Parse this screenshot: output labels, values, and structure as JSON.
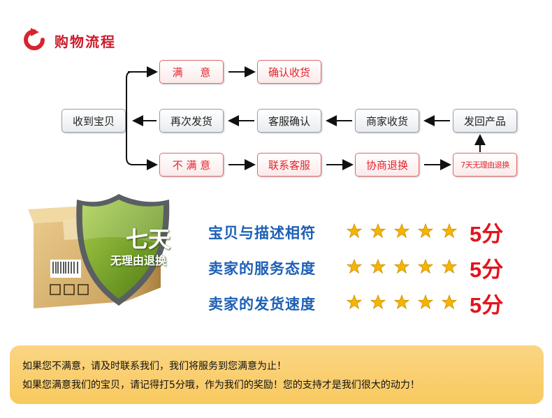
{
  "header": {
    "title": "购物流程"
  },
  "flow": {
    "receive": "收到宝贝",
    "satisfied": "满 意",
    "confirm": "确认收货",
    "resend": "再次发货",
    "service_confirm": "客服确认",
    "merchant_receive": "商家收货",
    "return_product": "发回产品",
    "unsatisfied": "不 满 意",
    "contact": "联系客服",
    "negotiate": "协商退换",
    "seven_day": "7天无理由退换"
  },
  "badge": {
    "big_text": "七天",
    "sub_text": "无理由退换"
  },
  "ratings": [
    {
      "label": "宝贝与描述相符",
      "stars": 5,
      "score": "5分"
    },
    {
      "label": "卖家的服务态度",
      "stars": 5,
      "score": "5分"
    },
    {
      "label": "卖家的发货速度",
      "stars": 5,
      "score": "5分"
    }
  ],
  "notice": {
    "line1": "如果您不满意，请及时联系我们，我们将服务到您满意为止！",
    "line2": "如果您满意我们的宝贝，请记得打5分哦，作为我们的奖励！您的支持才是我们很大的动力！"
  },
  "colors": {
    "red": "#e3141c",
    "blue": "#1c5fb6",
    "orange": "#f8c95f",
    "shield_green": "#6f9a1f"
  }
}
